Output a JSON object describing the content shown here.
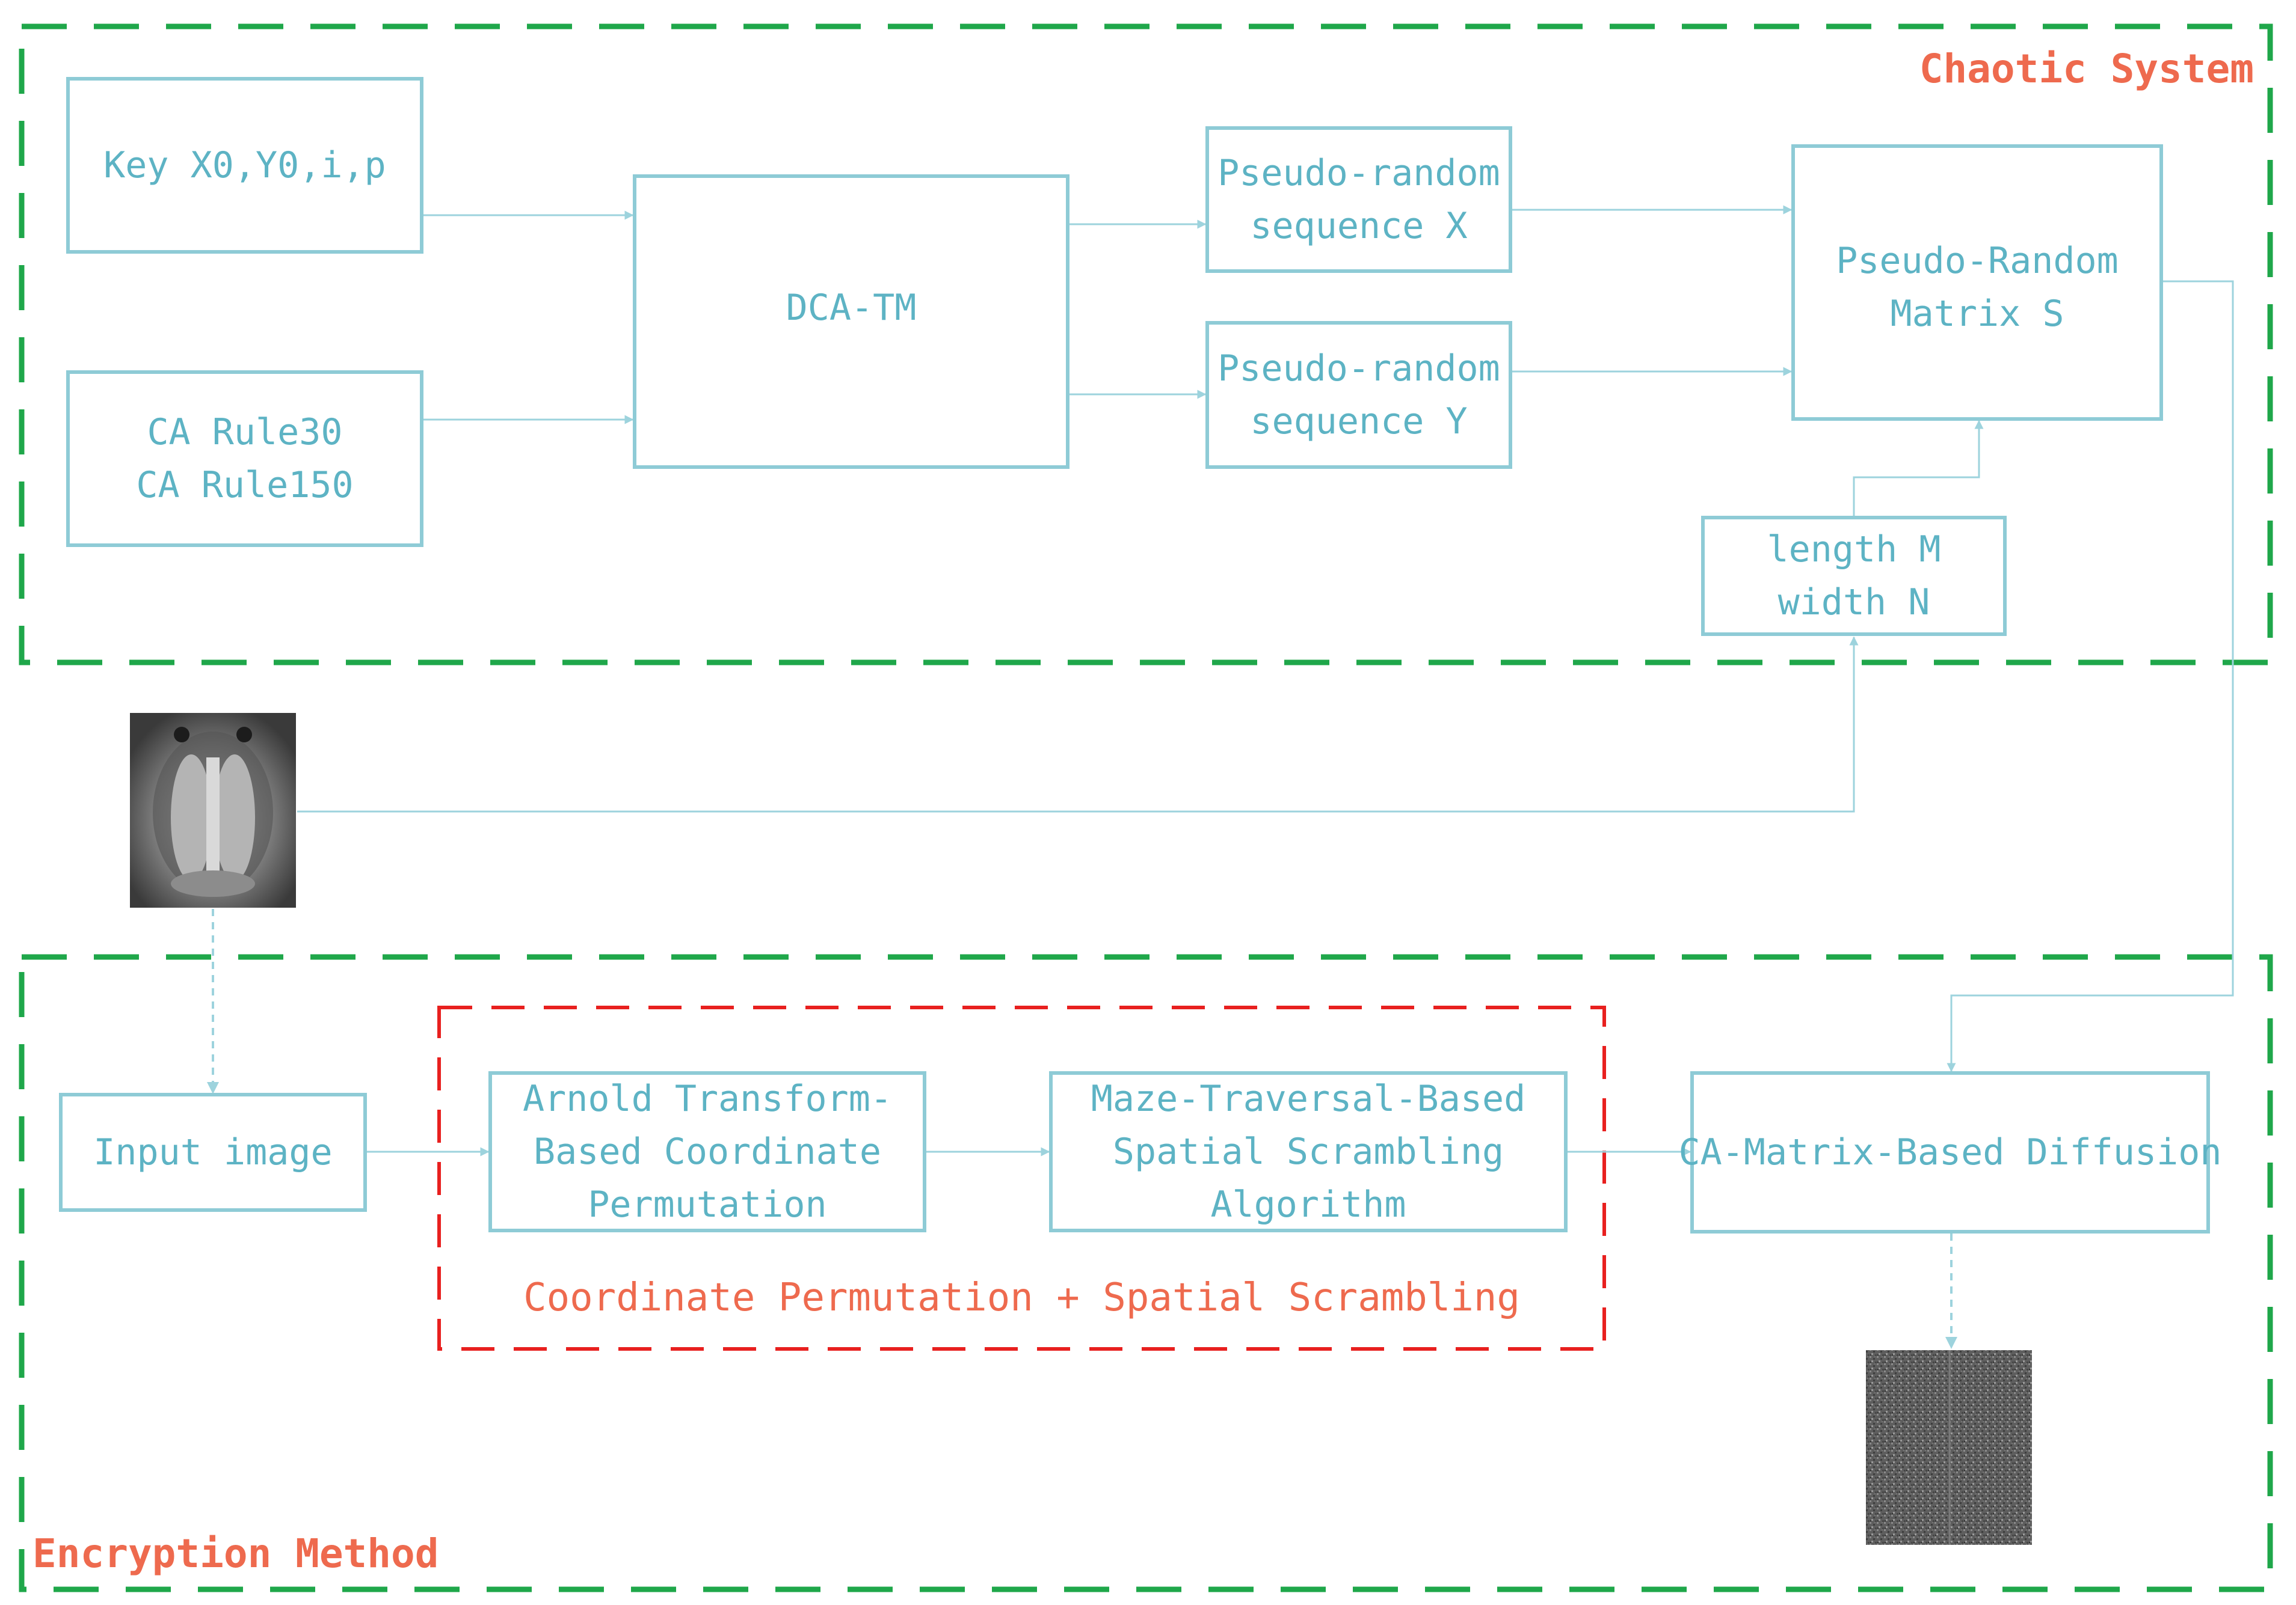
{
  "regions": {
    "chaotic_system": "Chaotic System",
    "encryption_method": "Encryption Method"
  },
  "nodes": {
    "key": [
      "Key X0,Y0,i,p"
    ],
    "ca_rules": [
      "CA Rule30",
      "CA Rule150"
    ],
    "dca_tm": [
      "DCA-TM"
    ],
    "seq_x": [
      "Pseudo-random",
      "sequence X"
    ],
    "seq_y": [
      "Pseudo-random",
      "sequence Y"
    ],
    "matrix_s": [
      "Pseudo-Random",
      "Matrix S"
    ],
    "size": [
      "length M",
      "width N"
    ],
    "input_image": [
      "Input image"
    ],
    "arnold": [
      "Arnold Transform-",
      "Based Coordinate",
      "Permutation"
    ],
    "maze": [
      "Maze-Traversal-Based",
      "Spatial Scrambling",
      "Algorithm"
    ],
    "diffusion": [
      "CA-Matrix-Based Diffusion"
    ]
  },
  "group": {
    "label": "Coordinate Permutation + Spatial Scrambling"
  },
  "images": {
    "plain": "mandrill-photo",
    "cipher": "noise-image"
  },
  "colors": {
    "region_border": "#1fa74a",
    "group_border": "#e8201f",
    "box_border": "#8ecbd6",
    "text": "#5db3c4",
    "label": "#ee6a4e",
    "arrow": "#9dd3dd"
  }
}
